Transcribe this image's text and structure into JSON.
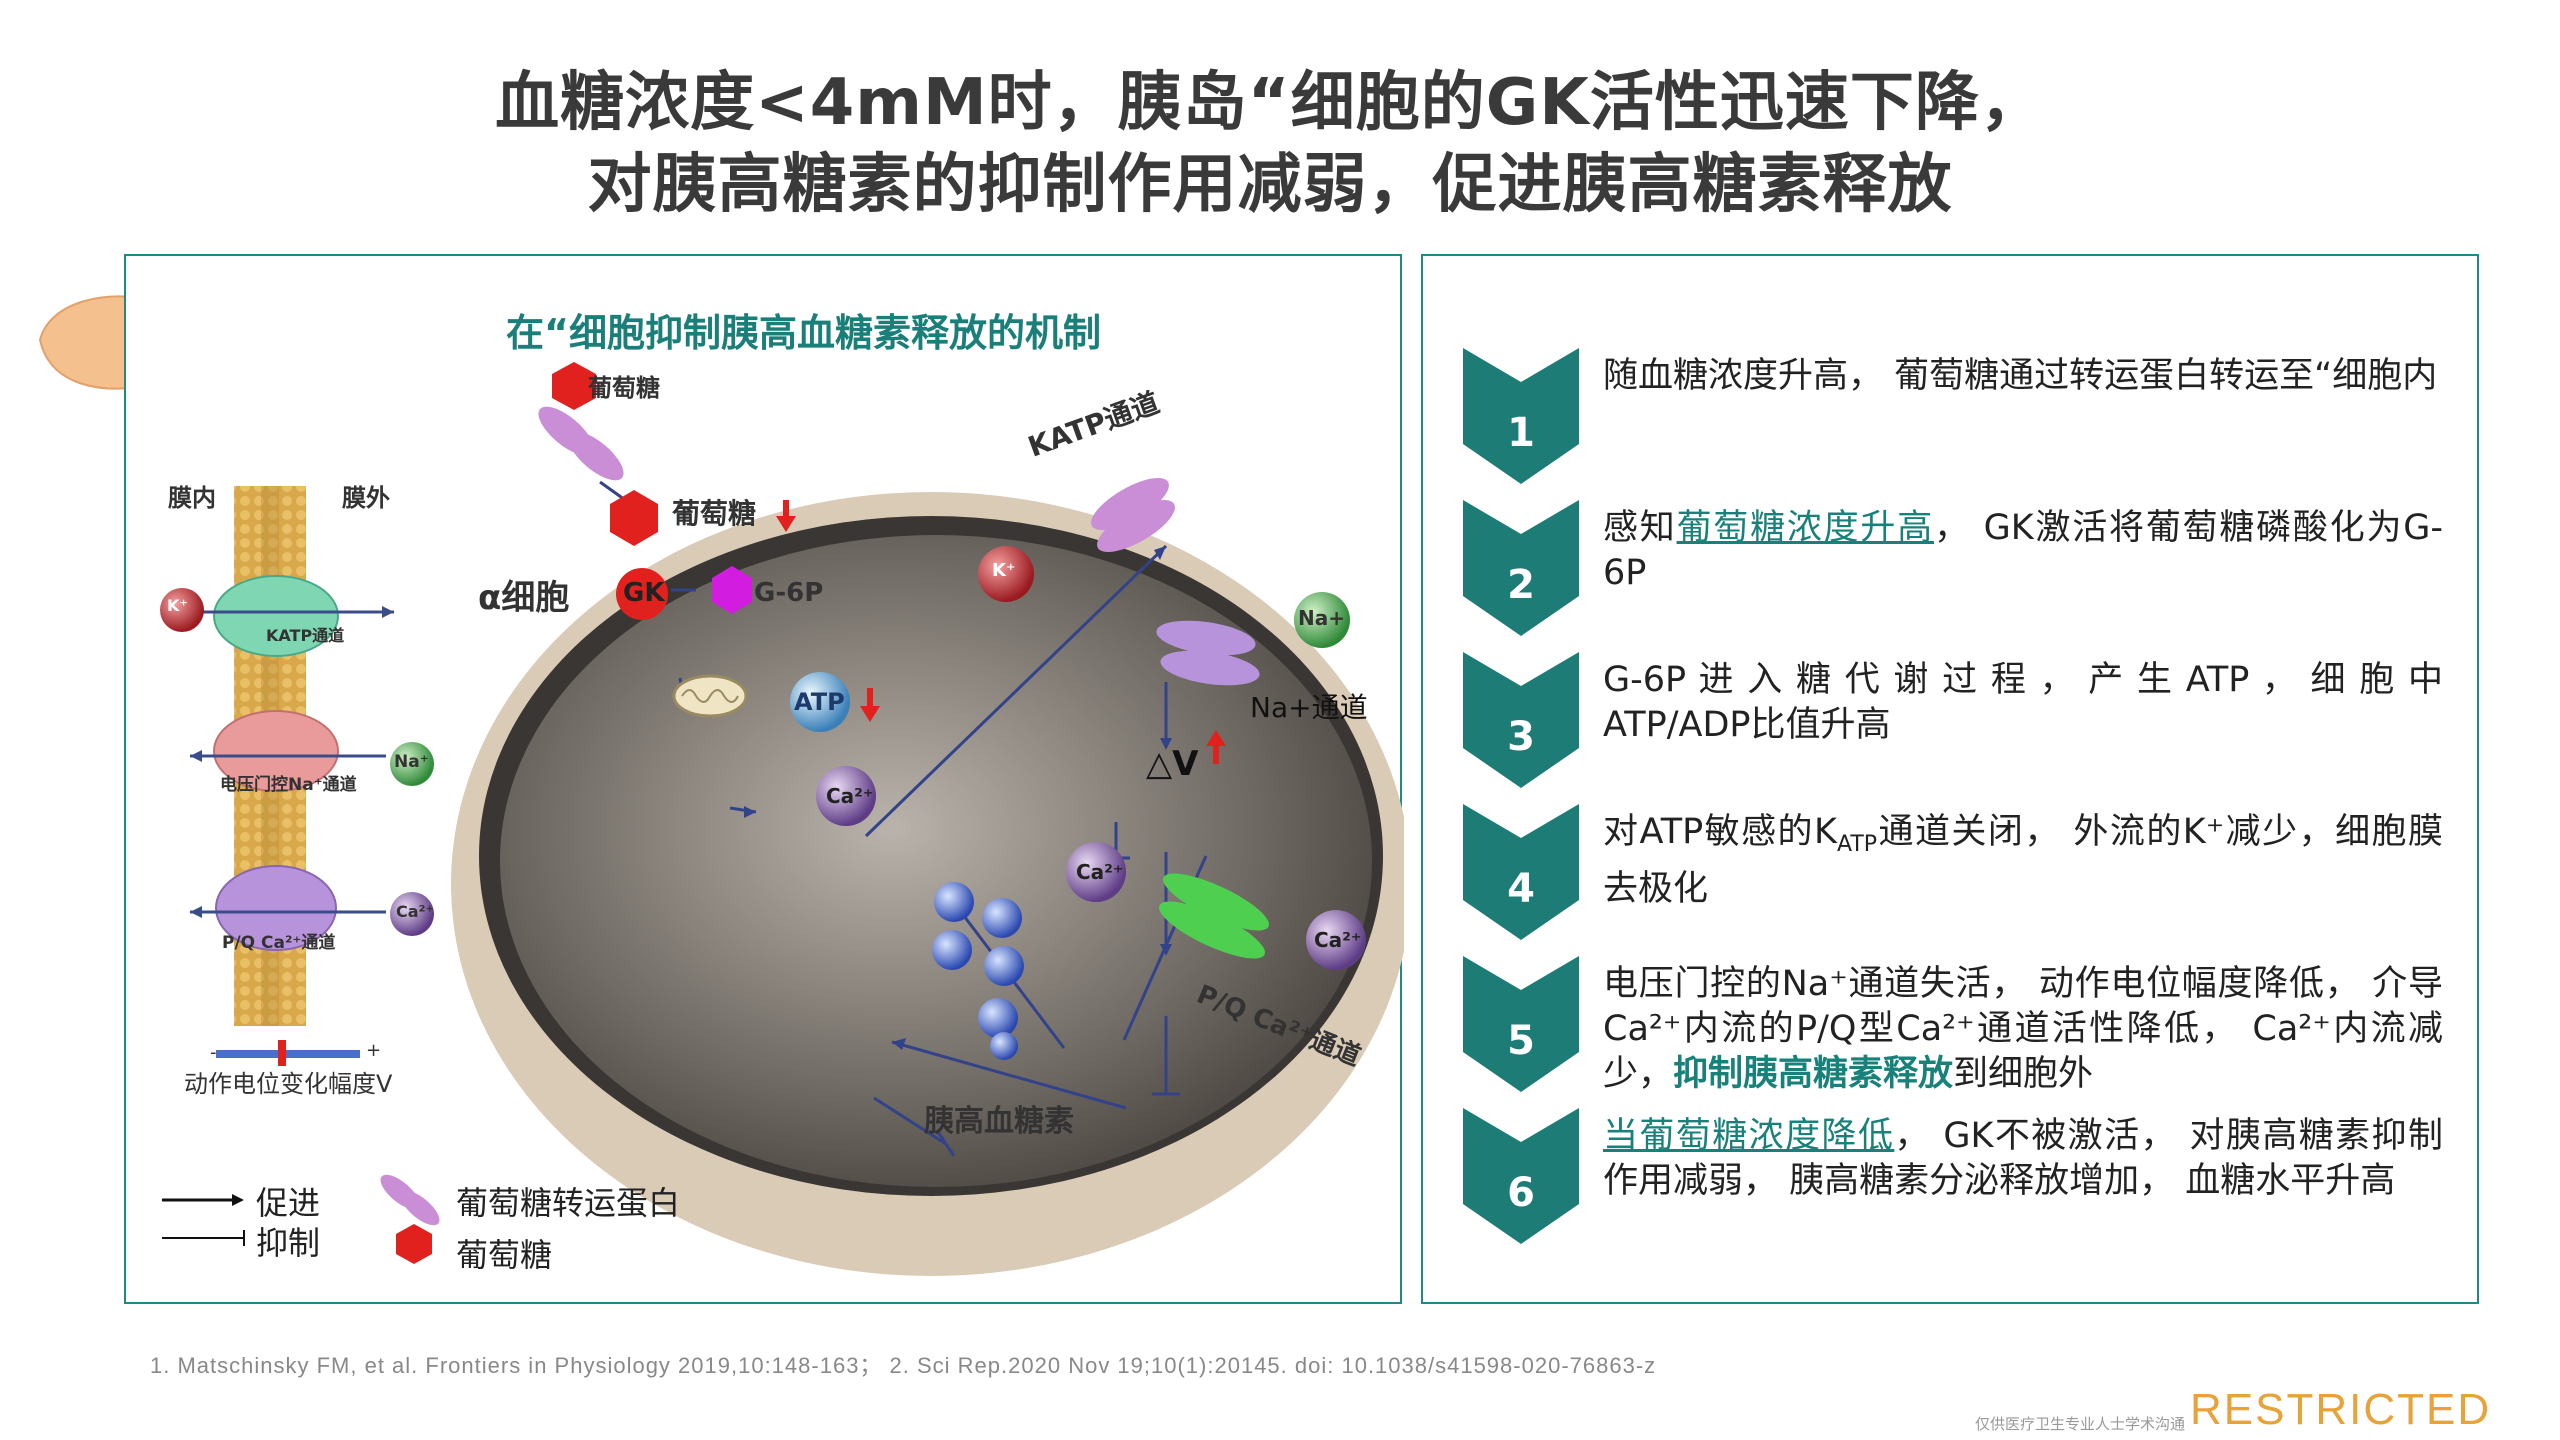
{
  "title": {
    "line1": "血糖浓度<4mM时，胰岛“细胞的GK活性迅速下降，",
    "line2": "对胰高糖素的抑制作用减弱，促进胰高糖素释放"
  },
  "diagram": {
    "title": "在“细胞抑制胰高血糖素释放的机制",
    "membrane_inside": "膜内",
    "membrane_outside": "膜外",
    "k_label": "K⁺",
    "katp_small": "KATP通道",
    "nav_small": "电压门控Na⁺通道",
    "na_label": "Na⁺",
    "pq_small": "P/Q Ca²⁺通道",
    "ca_label": "Ca²⁺",
    "bar_minus": "-",
    "bar_plus": "+",
    "potential_label": "动作电位变化幅度V",
    "glucose_top": "葡萄糖",
    "glucose_in": "葡萄糖",
    "alpha_cell": "α细胞",
    "gk": "GK",
    "g6p": "G-6P",
    "atp": "ATP",
    "katp_channel": "KATP通道",
    "k_ion": "K⁺",
    "na_plus": "Na+",
    "na_channel": "Na+通道",
    "delta_v": "△V",
    "ca_inner": "Ca²⁺",
    "ca_mid": "Ca²⁺",
    "ca_outer": "Ca²⁺",
    "pq_channel": "P/Q Ca²⁺通道",
    "glucagon": "胰高血糖素",
    "legend": {
      "promote": "促进",
      "inhibit": "抑制",
      "transporter": "葡萄糖转运蛋白",
      "glucose": "葡萄糖"
    }
  },
  "steps": [
    {
      "num": "1",
      "text": "随血糖浓度升高， 葡萄糖通过转运蛋白转运至“细胞内"
    },
    {
      "num": "2",
      "pre": "感知",
      "link": "葡萄糖浓度升高",
      "post": "， GK激活将葡萄糖磷酸化为G-6P"
    },
    {
      "num": "3",
      "text": "G-6P 进 入 糖 代 谢 过 程 ， 产 生 ATP ， 细 胞 中ATP/ADP比值升高"
    },
    {
      "num": "4",
      "pre": "对ATP敏感的K",
      "sub": "ATP",
      "post": "通道关闭， 外流的K⁺减少，细胞膜去极化"
    },
    {
      "num": "5",
      "pre": "电压门控的Na⁺通道失活， 动作电位幅度降低， 介导Ca²⁺内流的P/Q型Ca²⁺通道活性降低， Ca²⁺内流减少，",
      "bold": "抑制胰高糖素释放",
      "post": "到细胞外"
    },
    {
      "num": "6",
      "link": "当葡萄糖浓度降低",
      "post": "， GK不被激活， 对胰高糖素抑制作用减弱， 胰高糖素分泌释放增加， 血糖水平升高"
    }
  ],
  "footer": "1. Matschinsky FM, et al. Frontiers in Physiology 2019,10:148-163； 2. Sci Rep.2020 Nov 19;10(1):20145. doi: 10.1038/s41598-020-76863-z",
  "restricted_note": "仅供医疗卫生专业人士学术沟通",
  "restricted": "RESTRICTED",
  "colors": {
    "teal": "#1f8a84",
    "teal_dark": "#17817a",
    "red": "#e0211d"
  }
}
